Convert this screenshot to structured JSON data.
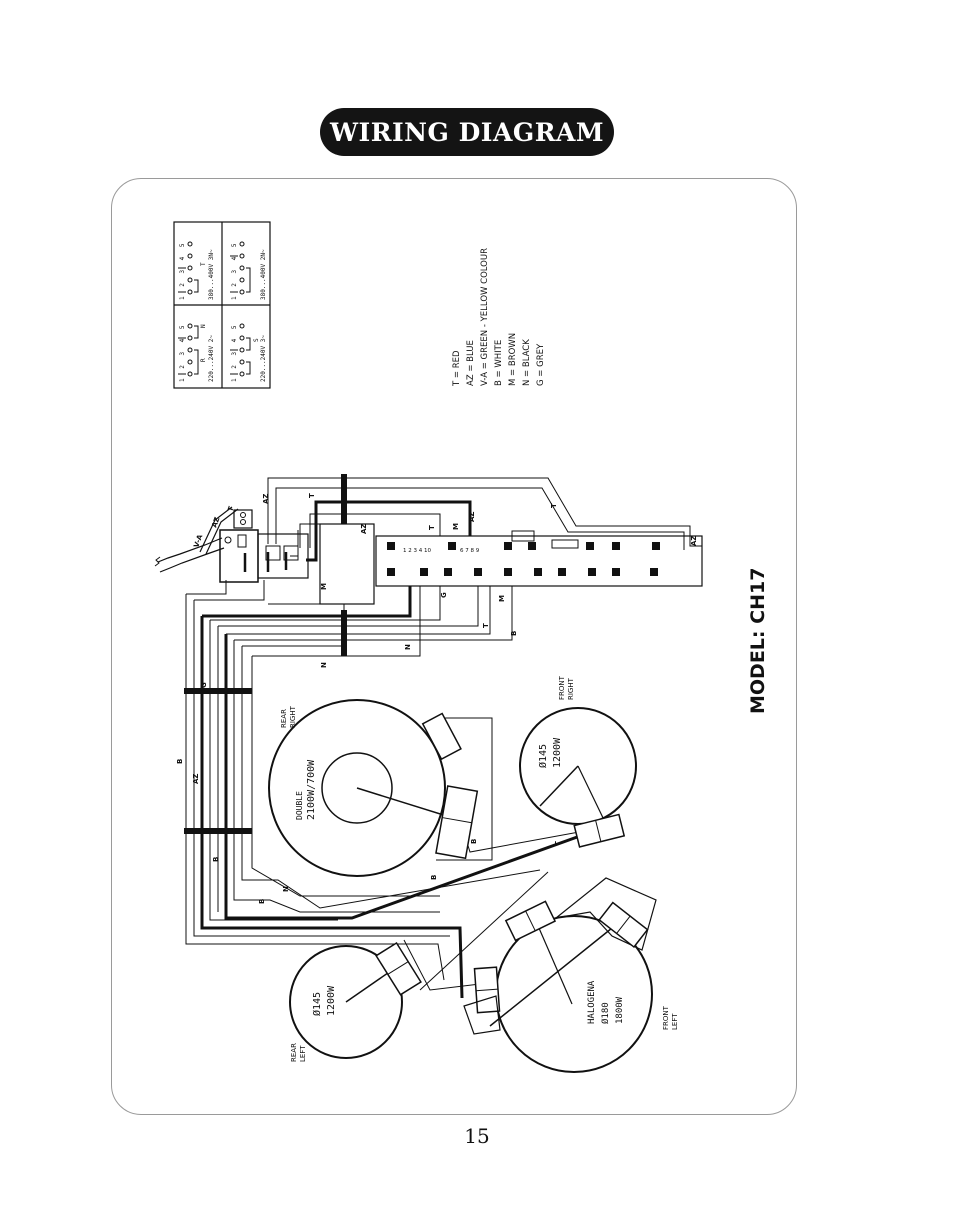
{
  "title": "WIRING DIAGRAM",
  "page_number": "15",
  "model": "MODEL: CH17",
  "legend": [
    "T = RED",
    "AZ = BLUE",
    "V-A = GREEN - YELLOW COLOUR",
    "B = WHITE",
    "M = BROWN",
    "N = BLACK",
    "G = GREY"
  ],
  "connections": {
    "cell1": "220...240V 2~",
    "cell2": "220...240V 3~",
    "cell3": "380...400V 3N~",
    "cell4": "380...400V 2N~",
    "terminals": "1 2 3 4 5",
    "phase_R": "R",
    "phase_S": "S",
    "phase_T": "T",
    "phase_N": "N"
  },
  "zones": {
    "rear_right": {
      "label1": "REAR",
      "label2": "RIGHT",
      "type": "DOUBLE",
      "power": "2100W/700W"
    },
    "front_right": {
      "label1": "FRONT",
      "label2": "RIGHT",
      "size": "Ø145",
      "power": "1200W"
    },
    "rear_left": {
      "label1": "REAR",
      "label2": "LEFT",
      "size": "Ø145",
      "power": "1200W"
    },
    "front_left": {
      "label1": "FRONT",
      "label2": "LEFT",
      "type": "HALOGENA",
      "size": "Ø180",
      "power": "1800W"
    }
  },
  "wire_labels": {
    "T": "T",
    "AZ": "AZ",
    "N": "N",
    "M": "M",
    "B": "B",
    "G": "G",
    "VA": "V-A"
  }
}
